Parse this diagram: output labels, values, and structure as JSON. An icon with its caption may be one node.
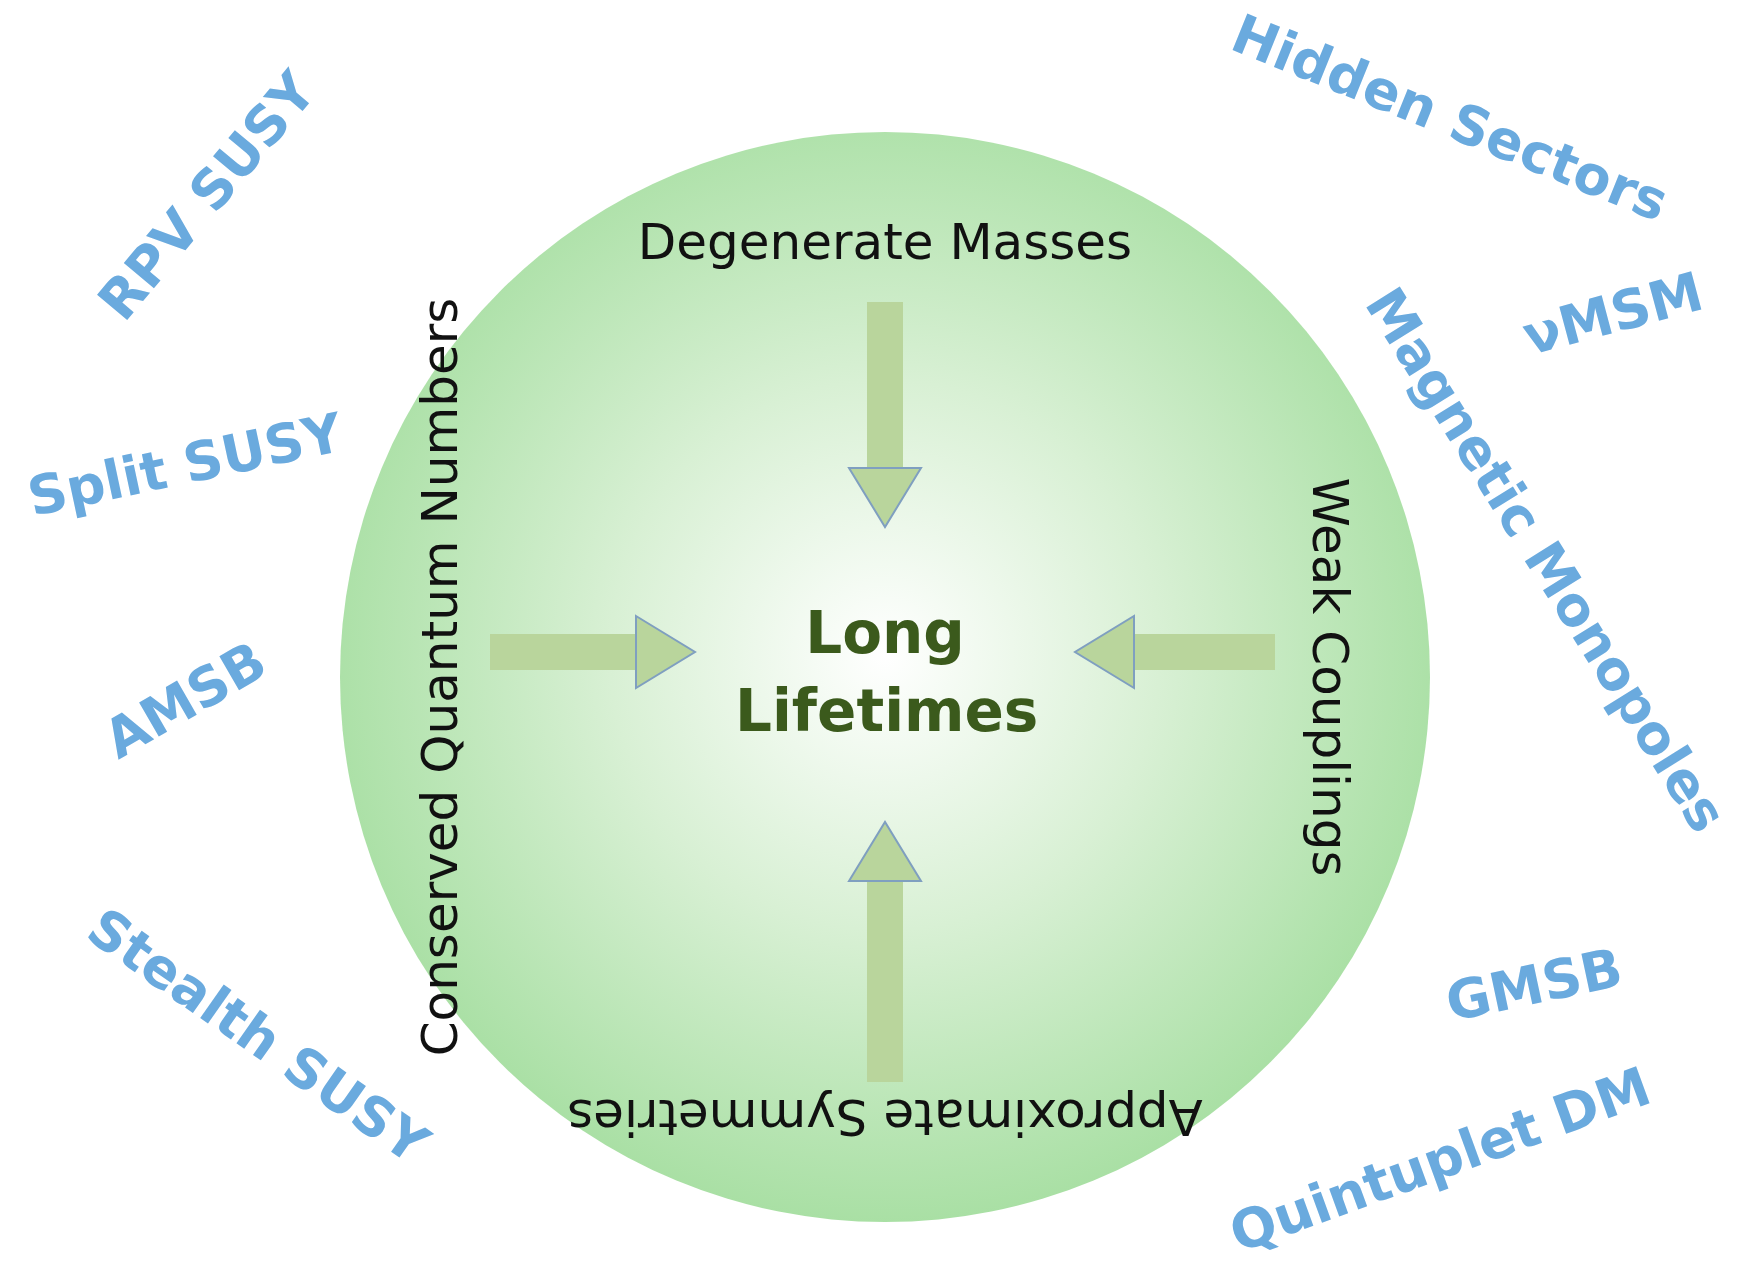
{
  "diagram": {
    "nodes": [
      {
        "text": [],
        "shape": "circle"
      },
      {
        "text": [
          "Degenerate Masses"
        ],
        "in": 0
      },
      {
        "text": [
          "Weak Couplings"
        ],
        "in": 0
      },
      {
        "text": [
          "Approximate Symmetries"
        ],
        "in": 0
      },
      {
        "text": [
          "Conserved Quantum Numbers"
        ],
        "in": 0
      },
      {
        "text": [
          "Long Lifetimes"
        ],
        "in": 0
      }
    ],
    "edges": [
      {
        "from": 1,
        "to": 5,
        "arrow": "to"
      },
      {
        "from": 2,
        "to": 5,
        "arrow": "to"
      },
      {
        "from": 3,
        "to": 5,
        "arrow": "to"
      },
      {
        "from": 4,
        "to": 5,
        "arrow": "to"
      }
    ],
    "labels": [
      "Hidden Sectors",
      "RPV SUSY",
      "νMSM",
      "Split SUSY",
      "Magnetic Monopoles",
      "AMSB",
      "GMSB",
      "Stealth SUSY",
      "Quintuplet DM"
    ]
  }
}
